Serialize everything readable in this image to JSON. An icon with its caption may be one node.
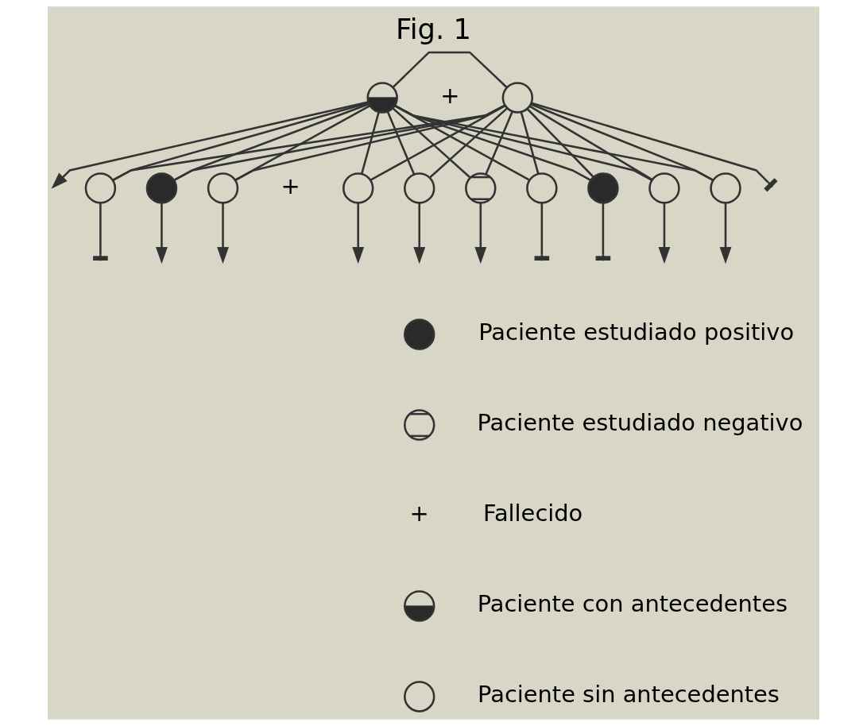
{
  "diagram": {
    "title": "Fig. 1",
    "nodes": [
      {
        "text": [],
        "shape": "circle",
        "beside": [
          "+"
        ]
      },
      {
        "text": [],
        "shape": "circle"
      },
      {
        "text": [],
        "shape": "circle"
      },
      {
        "text": [],
        "shape": "circle"
      },
      {
        "text": [],
        "shape": "circle",
        "beside": [
          "+"
        ]
      },
      {
        "text": [],
        "shape": "circle"
      },
      {
        "text": [],
        "shape": "circle"
      },
      {
        "text": [],
        "shape": "circle"
      },
      {
        "text": [],
        "shape": "circle"
      },
      {
        "text": [],
        "shape": "circle"
      },
      {
        "text": [],
        "shape": "circle"
      },
      {
        "text": [],
        "shape": "circle"
      },
      {
        "text": [],
        "shape": "circle"
      },
      {
        "text": [],
        "shape": "circle"
      },
      {
        "text": [],
        "shape": "circle"
      },
      {
        "text": [],
        "shape": "circle"
      }
    ],
    "edges": [
      {
        "from": 0,
        "to": 1,
        "arrow": "none"
      },
      {
        "from": 0,
        "to": 2,
        "arrow": "none"
      },
      {
        "from": 0,
        "to": 3,
        "arrow": "none"
      },
      {
        "from": 0,
        "to": 4,
        "arrow": "none"
      },
      {
        "from": 0,
        "to": 5,
        "arrow": "none"
      },
      {
        "from": 0,
        "to": 6,
        "arrow": "none"
      },
      {
        "from": 0,
        "to": 7,
        "arrow": "none"
      },
      {
        "from": 0,
        "to": 8,
        "arrow": "none"
      },
      {
        "from": 0,
        "to": 9,
        "arrow": "none"
      },
      {
        "from": 0,
        "to": 10,
        "arrow": "none"
      },
      {
        "from": 0,
        "to": 11,
        "arrow": "none"
      },
      {
        "from": 1,
        "to": 2,
        "arrow": "none"
      },
      {
        "from": 1,
        "to": 3,
        "arrow": "none"
      },
      {
        "from": 1,
        "to": 4,
        "arrow": "none"
      },
      {
        "from": 1,
        "to": 5,
        "arrow": "none"
      },
      {
        "from": 1,
        "to": 6,
        "arrow": "none"
      },
      {
        "from": 1,
        "to": 7,
        "arrow": "none"
      },
      {
        "from": 1,
        "to": 8,
        "arrow": "none"
      },
      {
        "from": 1,
        "to": 9,
        "arrow": "none"
      },
      {
        "from": 1,
        "to": 10,
        "arrow": "none"
      },
      {
        "from": 1,
        "to": 11,
        "arrow": "none"
      },
      {
        "from": 0,
        "to": null,
        "arrow": "to"
      },
      {
        "from": 1,
        "to": null,
        "arrow": "other"
      },
      {
        "from": 2,
        "to": null,
        "arrow": "other"
      },
      {
        "from": 3,
        "to": null,
        "arrow": "to"
      },
      {
        "from": 4,
        "to": null,
        "arrow": "to"
      },
      {
        "from": 5,
        "to": null,
        "arrow": "to"
      },
      {
        "from": 6,
        "to": null,
        "arrow": "to"
      },
      {
        "from": 7,
        "to": null,
        "arrow": "to"
      },
      {
        "from": 8,
        "to": null,
        "arrow": "other"
      },
      {
        "from": 9,
        "to": null,
        "arrow": "other"
      },
      {
        "from": 10,
        "to": null,
        "arrow": "to"
      },
      {
        "from": 11,
        "to": null,
        "arrow": "to"
      }
    ],
    "labels": [
      "+"
    ],
    "legend": [
      {
        "text": "Paciente estudiado positivo"
      },
      {
        "text": "Paciente estudiado negativo"
      },
      {
        "text": "Fallecido"
      },
      {
        "text": "Paciente con antecedentes"
      },
      {
        "text": "Paciente sin antecedentes"
      }
    ]
  }
}
